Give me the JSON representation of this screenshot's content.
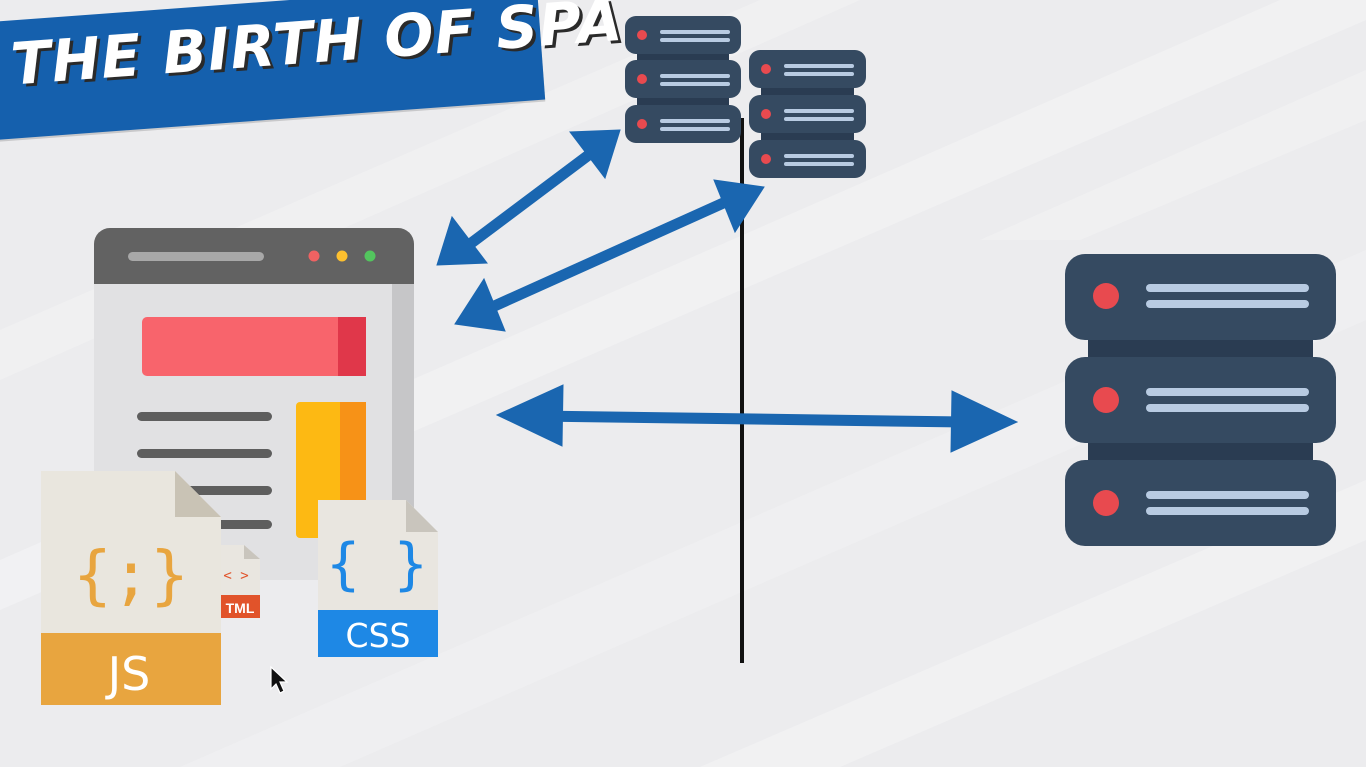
{
  "title": "THE BIRTH OF SPA",
  "file_icons": {
    "js": {
      "symbol": "{;}",
      "label": "JS"
    },
    "html": {
      "symbol": "< >",
      "label": "TML"
    },
    "css": {
      "symbol": "{ }",
      "label": "CSS"
    }
  },
  "colors": {
    "banner": "#1560ad",
    "arrow": "#1a66b0",
    "server_body": "#354a61",
    "server_led": "#e84a4f",
    "server_line": "#b8cbe2",
    "browser_frame": "#e1e1e3",
    "browser_bar": "#626262",
    "js": "#e8a53f",
    "css": "#1e88e5",
    "html": "#e1532a"
  },
  "icons": [
    "browser-window-icon",
    "server-stack-icon",
    "js-file-icon",
    "html-file-icon",
    "css-file-icon",
    "mouse-cursor-icon"
  ]
}
